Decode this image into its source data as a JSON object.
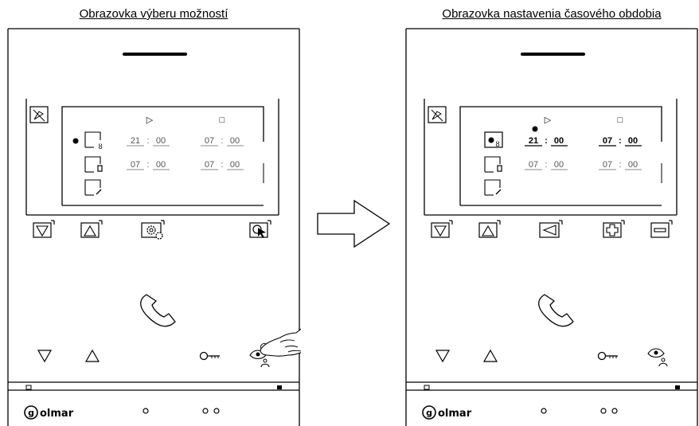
{
  "left_panel": {
    "caption": "Obrazovka výberu možností",
    "play_symbol": "▷",
    "stop_symbol": "□",
    "rows": [
      {
        "icon": "bell-off-icon",
        "start_hour": "21",
        "start_min": "00",
        "end_hour": "07",
        "end_min": "00",
        "selected": true
      },
      {
        "icon": "door-icon",
        "start_hour": "07",
        "start_min": "00",
        "end_hour": "07",
        "end_min": "00",
        "selected": false
      },
      {
        "icon": "pen-icon",
        "selected": false
      }
    ],
    "buttons": [
      "down-triangle-button",
      "up-triangle-button",
      "settings-gear-button",
      "confirm-cursor-button"
    ],
    "brand": "golmar"
  },
  "right_panel": {
    "caption": "Obrazovka nastavenia časového obdobia",
    "play_symbol": "▷",
    "stop_symbol": "□",
    "rows": [
      {
        "icon": "bell-off-icon",
        "start_hour": "21",
        "start_min": "00",
        "end_hour": "07",
        "end_min": "00",
        "selected": true,
        "editing": "start_hour"
      },
      {
        "icon": "door-icon",
        "start_hour": "07",
        "start_min": "00",
        "end_hour": "07",
        "end_min": "00",
        "selected": false
      },
      {
        "icon": "pen-icon",
        "selected": false
      }
    ],
    "buttons": [
      "down-triangle-button",
      "up-triangle-button",
      "back-triangle-button",
      "plus-button",
      "minus-button"
    ],
    "brand": "golmar"
  },
  "time_separator": ":",
  "arrow": "right-arrow",
  "colors": {
    "line": "#000000",
    "background": "#ffffff",
    "grey": "#888888"
  }
}
